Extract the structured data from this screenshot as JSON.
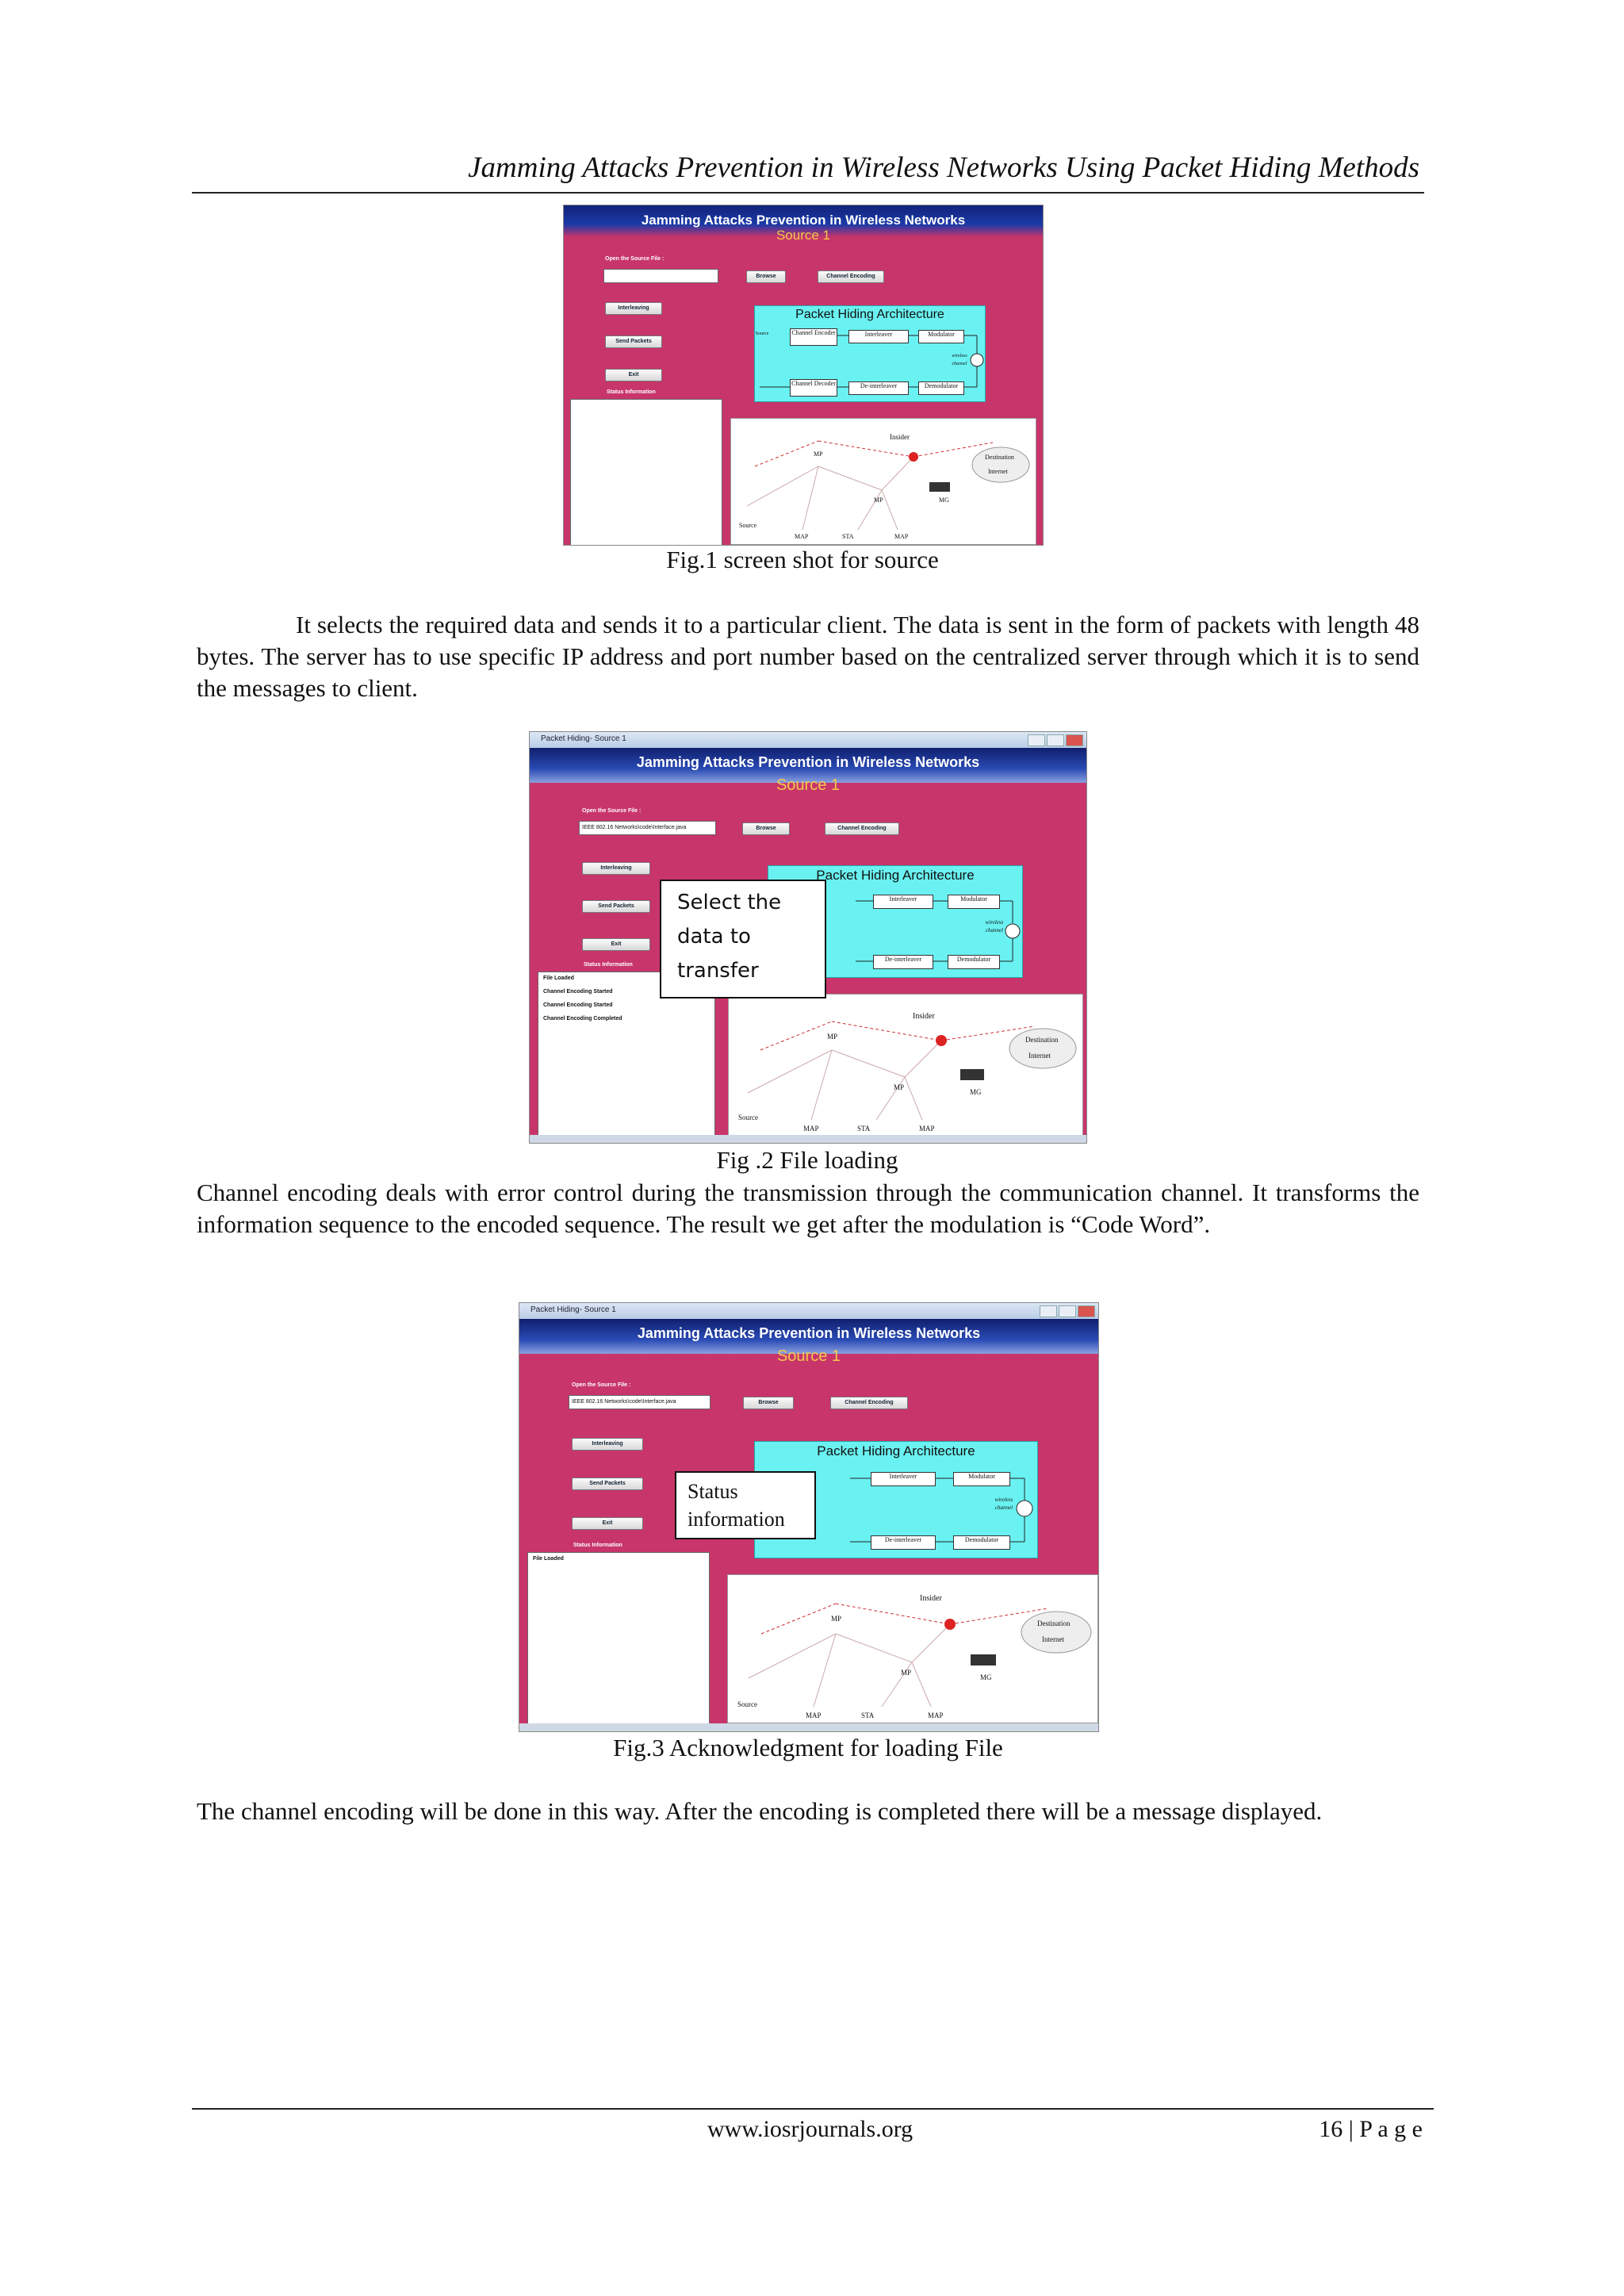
{
  "header": {
    "running_title": "Jamming Attacks Prevention in Wireless Networks Using Packet Hiding Methods"
  },
  "screenshot_app": {
    "window_title": "Packet Hiding- Source 1",
    "app_title": "Jamming Attacks Prevention in Wireless Networks",
    "source_label": "Source 1",
    "open_file_label": "Open the Source File :",
    "file_path_value": "IEEE 802.16 Networks\\code\\Interface.java",
    "buttons": {
      "browse": "Browse",
      "channel_encoding": "Channel Encoding",
      "interleaving": "Interleaving",
      "send_packets": "Send Packets",
      "exit": "Exit"
    },
    "status_label": "Status Information",
    "architecture": {
      "title": "Packet Hiding Architecture",
      "source": "Source",
      "channel_encoder": "Channel Encoder",
      "interleaver": "Interleaver",
      "modulator": "Modulator",
      "wireless_channel": "wireless channel",
      "channel_decoder": "Channel Decoder",
      "de_interleaver": "De-interleaver",
      "demodulator": "Demodulator"
    },
    "network": {
      "insider": "Insider",
      "destination": "Destination",
      "internet": "Internet",
      "mp": "MP",
      "mg": "MG",
      "map": "MAP",
      "sta": "STA",
      "source": "Source"
    }
  },
  "figures": [
    {
      "caption": "Fig.1 screen shot for source",
      "status_lines": []
    },
    {
      "caption": "Fig .2 File loading",
      "callout": [
        "Select the",
        "data to",
        "transfer"
      ],
      "status_lines": [
        "File Loaded",
        "Channel Encoding Started",
        "Channel Encoding Started",
        "Channel Encoding Completed"
      ]
    },
    {
      "caption": "Fig.3 Acknowledgment for loading File",
      "callout": [
        "Status",
        "information"
      ],
      "status_lines": [
        "File Loaded"
      ]
    }
  ],
  "paragraphs": [
    "It selects the required data and sends it to a particular client. The data is sent in the form of packets with length 48 bytes. The server has to use specific IP address and port number based on the centralized server through which it is to send the messages to client.",
    "Channel encoding deals with error control during the transmission through the communication channel. It transforms the information sequence to the encoded sequence. The result we get after the modulation is “Code Word”.",
    "The channel encoding will be done in this way. After the encoding is completed there will be a message displayed."
  ],
  "footer": {
    "website": "www.iosrjournals.org",
    "page": "16 | P a g e"
  }
}
